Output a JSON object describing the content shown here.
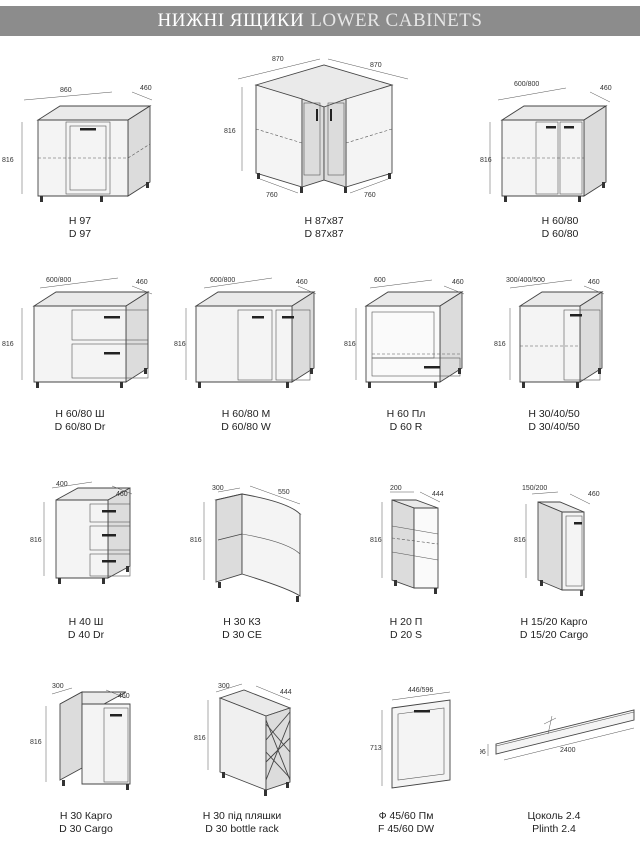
{
  "header": {
    "title_ua": "НИЖНІ ЯЩИКИ",
    "title_en": "LOWER CABINETS"
  },
  "items": [
    {
      "id": "h97",
      "code_ua": "Н 97",
      "code_en": "D 97",
      "dims": [
        "860",
        "460",
        "816"
      ]
    },
    {
      "id": "h87",
      "code_ua": "Н 87х87",
      "code_en": "D 87x87",
      "dims": [
        "870",
        "870",
        "816",
        "760",
        "760"
      ]
    },
    {
      "id": "h6080",
      "code_ua": "Н 60/80",
      "code_en": "D 60/80",
      "dims": [
        "600/800",
        "460",
        "816"
      ]
    },
    {
      "id": "h6080sh",
      "code_ua": "Н 60/80 Ш",
      "code_en": "D 60/80 Dr",
      "dims": [
        "600/800",
        "460",
        "816"
      ]
    },
    {
      "id": "h6080m",
      "code_ua": "Н 60/80 М",
      "code_en": "D 60/80 W",
      "dims": [
        "600/800",
        "460",
        "816"
      ]
    },
    {
      "id": "h60pl",
      "code_ua": "Н 60 Пл",
      "code_en": "D 60 R",
      "dims": [
        "600",
        "460",
        "816"
      ]
    },
    {
      "id": "h304050",
      "code_ua": "Н 30/40/50",
      "code_en": "D 30/40/50",
      "dims": [
        "300/400/500",
        "460",
        "816"
      ]
    },
    {
      "id": "h40sh",
      "code_ua": "Н 40 Ш",
      "code_en": "D 40 Dr",
      "dims": [
        "400",
        "460",
        "816"
      ]
    },
    {
      "id": "h30kz",
      "code_ua": "Н 30 КЗ",
      "code_en": "D 30 CE",
      "dims": [
        "300",
        "550",
        "816"
      ]
    },
    {
      "id": "h20p",
      "code_ua": "Н 20 П",
      "code_en": "D 20 S",
      "dims": [
        "200",
        "444",
        "816"
      ]
    },
    {
      "id": "h1520",
      "code_ua": "Н 15/20 Карго",
      "code_en": "D 15/20 Cargo",
      "dims": [
        "150/200",
        "460",
        "816"
      ]
    },
    {
      "id": "h30k",
      "code_ua": "Н 30 Карго",
      "code_en": "D 30 Cargo",
      "dims": [
        "300",
        "460",
        "816"
      ]
    },
    {
      "id": "h30b",
      "code_ua": "Н 30 під пляшки",
      "code_en": "D 30 bottle rack",
      "dims": [
        "300",
        "444",
        "816"
      ]
    },
    {
      "id": "f4560",
      "code_ua": "Ф 45/60 Пм",
      "code_en": "F 45/60 DW",
      "dims": [
        "446/596",
        "713"
      ]
    },
    {
      "id": "plinth",
      "code_ua": "Цоколь 2.4",
      "code_en": "Plinth 2.4",
      "dims": [
        "2400",
        "96"
      ]
    }
  ]
}
